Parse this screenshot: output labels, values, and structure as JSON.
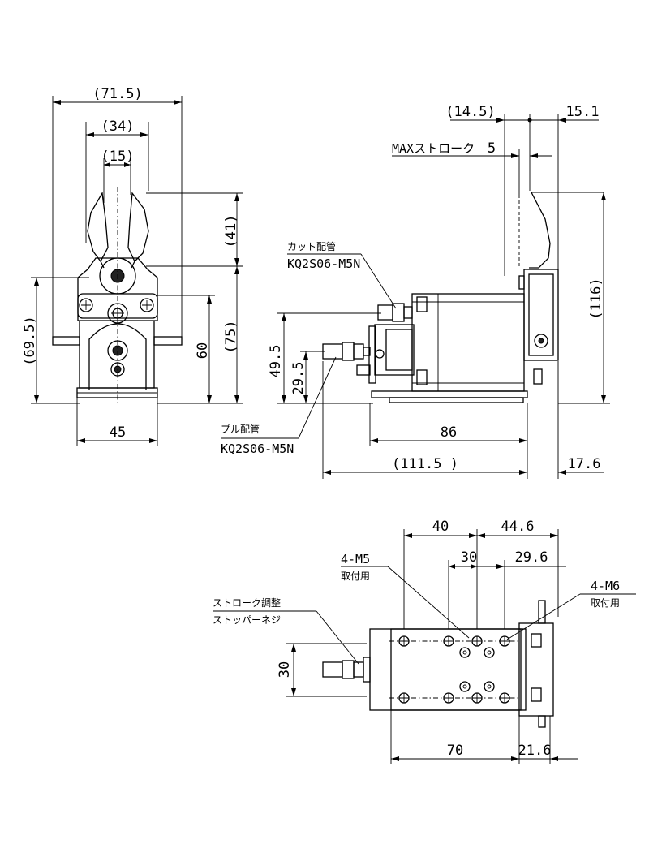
{
  "front_view": {
    "dim_width_total": "(71.5)",
    "dim_width_jaw_outer": "(34)",
    "dim_width_jaw_inner": "(15)",
    "dim_jaw_height": "(41)",
    "dim_body_height_left": "(69.5)",
    "dim_height_60": "60",
    "dim_height_75": "(75)",
    "dim_base_width": "45"
  },
  "side_view": {
    "dim_top_left": "(14.5)",
    "dim_top_right": "15.1",
    "max_stroke_label": "MAXストローク",
    "max_stroke_value": "5",
    "cut_port_label": "カット配管",
    "cut_port_part": "KQ2S06-M5N",
    "pull_port_label": "プル配管",
    "pull_port_part": "KQ2S06-M5N",
    "dim_height_495": "49.5",
    "dim_height_295": "29.5",
    "dim_total_height": "(116)",
    "dim_length_86": "86",
    "dim_length_total": "(111.5 )",
    "dim_offset_176": "17.6"
  },
  "bottom_view": {
    "dim_40": "40",
    "dim_446": "44.6",
    "dim_30_top": "30",
    "dim_296": "29.6",
    "m5_label": "4-M5",
    "m5_note": "取付用",
    "m6_label": "4-M6",
    "m6_note": "取付用",
    "stroke_adjust_label": "ストローク調整",
    "stopper_screw_label": "ストッパーネジ",
    "dim_30_side": "30",
    "dim_70": "70",
    "dim_216": "21.6"
  }
}
